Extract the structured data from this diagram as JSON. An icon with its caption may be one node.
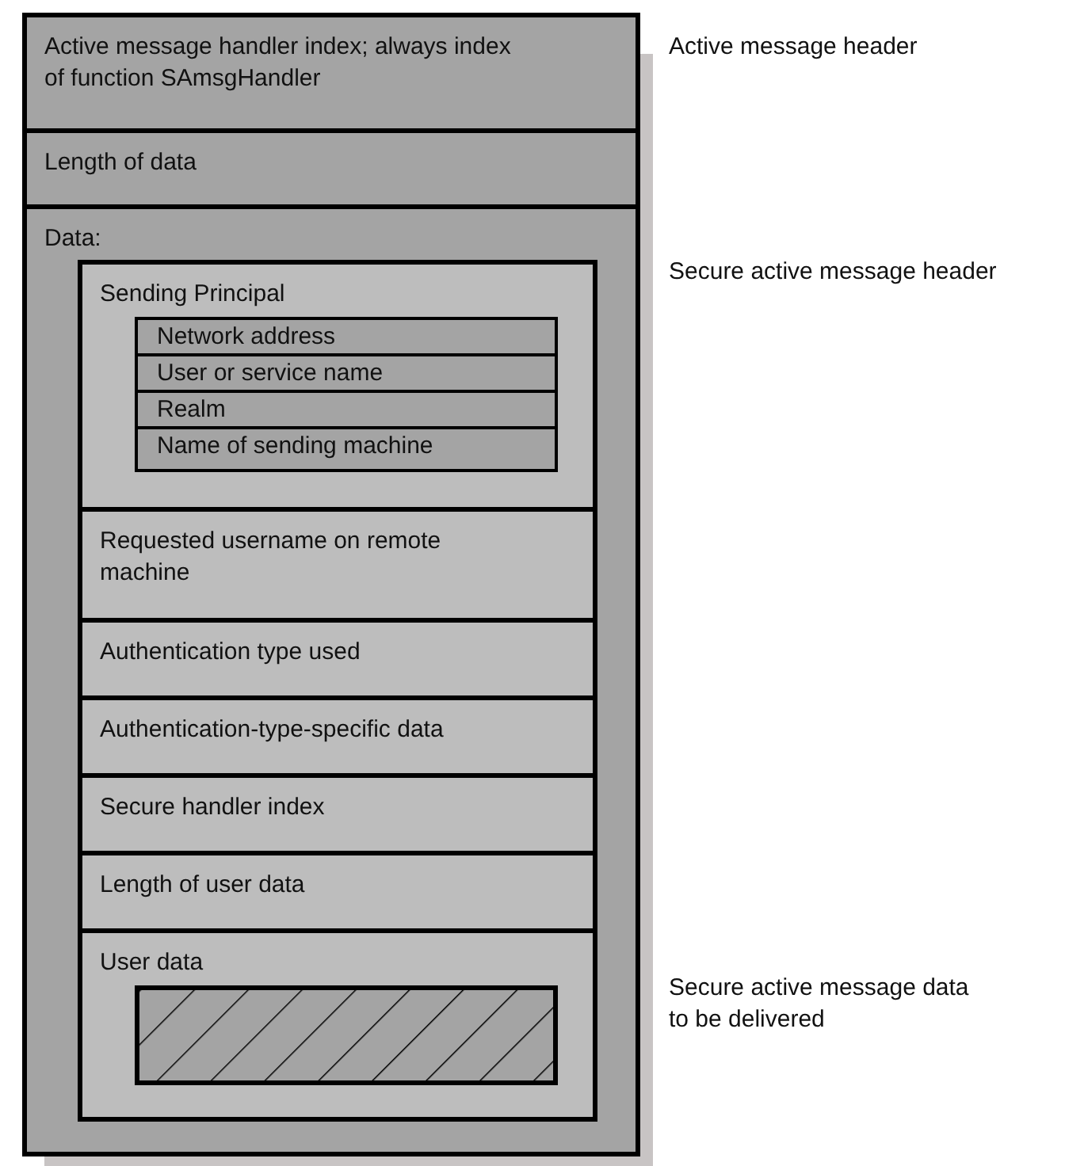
{
  "diagram": {
    "nodes": [
      {
        "text": [],
        "shape": "box"
      },
      {
        "text": [
          "Active message handler index; always index of function SAmsgHandler"
        ],
        "in": 0
      },
      {
        "text": [
          "Length of data"
        ],
        "in": 0
      },
      {
        "text": [
          "Data:"
        ],
        "in": 0
      },
      {
        "text": [],
        "shape": "box",
        "in": 3
      },
      {
        "text": [
          "Sending Principal"
        ],
        "in": 4
      },
      {
        "text": [
          "Network address"
        ],
        "in": 5
      },
      {
        "text": [
          "User or service name"
        ],
        "in": 5
      },
      {
        "text": [
          "Realm"
        ],
        "in": 5
      },
      {
        "text": [
          "Name of sending machine"
        ],
        "in": 5
      },
      {
        "text": [
          "Requested username on remote machine"
        ],
        "in": 4
      },
      {
        "text": [
          "Authentication type used"
        ],
        "in": 4
      },
      {
        "text": [
          "Authentication-type-specific data"
        ],
        "in": 4
      },
      {
        "text": [
          "Secure handler index"
        ],
        "in": 4
      },
      {
        "text": [
          "Length of user data"
        ],
        "in": 4
      },
      {
        "text": [
          "User data"
        ],
        "in": 4
      },
      {
        "text": [],
        "shape": "box",
        "in": 15
      }
    ],
    "labels": [
      "Active message header",
      "Secure active message header",
      "Secure active message data to be delivered"
    ]
  }
}
